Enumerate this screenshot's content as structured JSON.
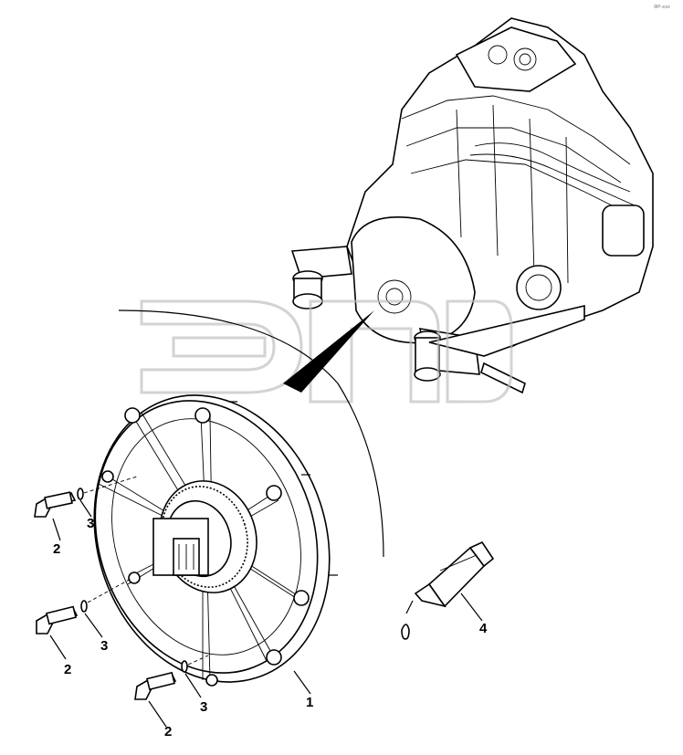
{
  "corner_code": "ФР-ххх",
  "callouts": {
    "flywheel": "1",
    "bolt_a": "2",
    "bolt_b": "2",
    "bolt_c": "2",
    "washer_a": "3",
    "washer_b": "3",
    "washer_c": "3",
    "sealant_tube": "4"
  }
}
